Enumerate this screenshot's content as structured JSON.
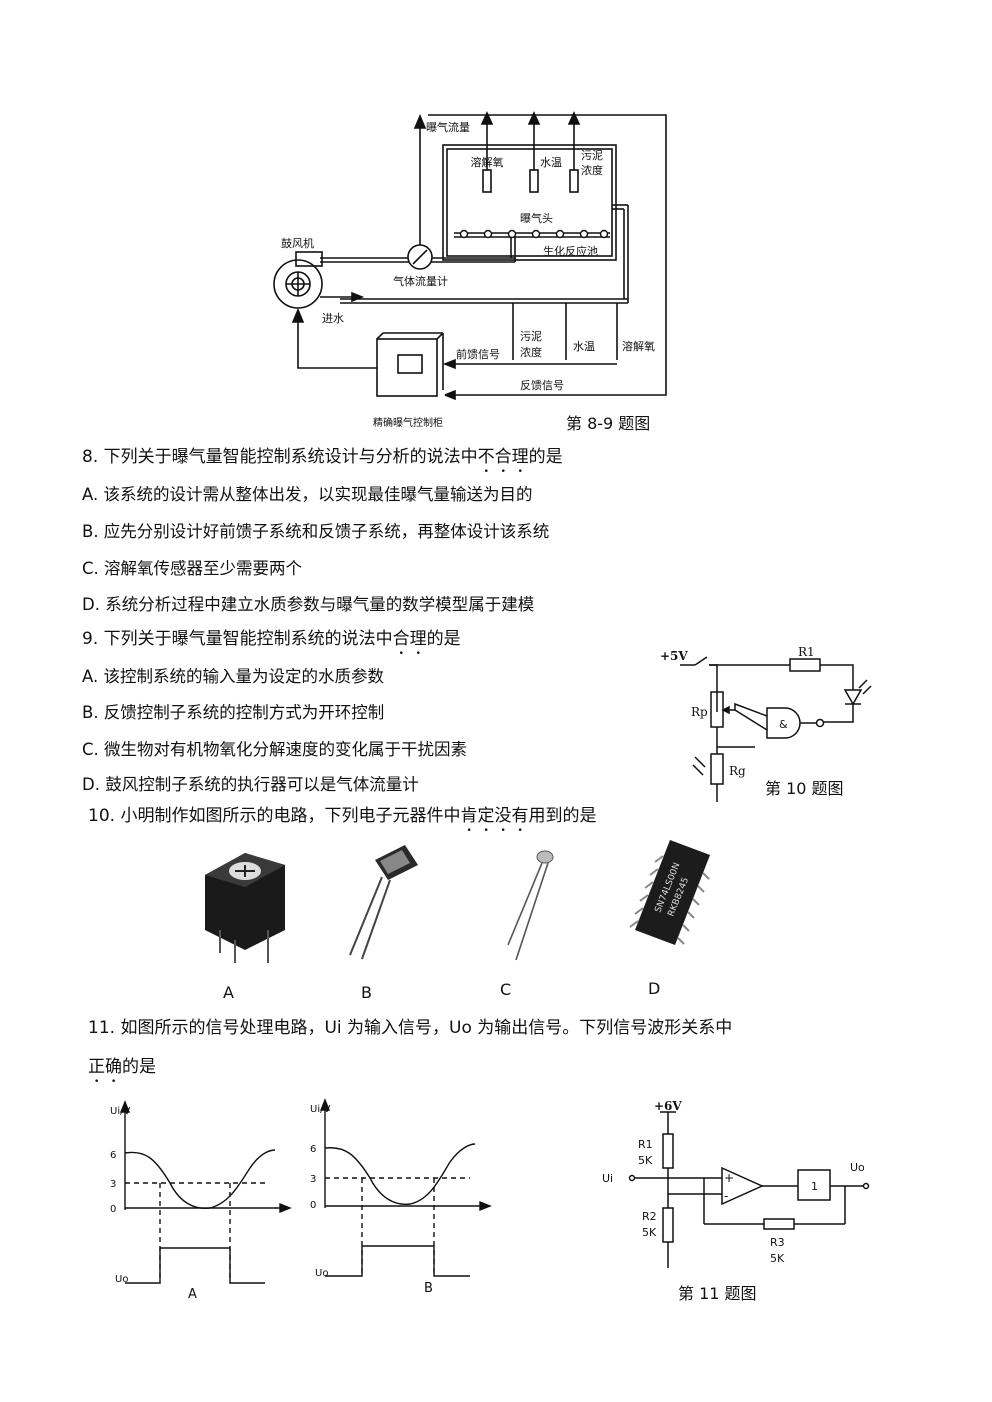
{
  "fig89": {
    "aeration_flow": "曝气流量",
    "dissolved_oxygen": "溶解氧",
    "water_temp": "水温",
    "sludge_conc_1": "污泥",
    "sludge_conc_2": "浓度",
    "aerator_head": "曝气头",
    "reactor": "生化反应池",
    "blower": "鼓风机",
    "gas_flowmeter": "气体流量计",
    "water_in": "进水",
    "feedforward": "前馈信号",
    "feedback": "反馈信号",
    "cabinet": "精确曝气控制柜",
    "caption": "第 8-9 题图"
  },
  "q8": {
    "stem_a": "8. 下列关于曝气量智能控制系统设计与分析的说法中",
    "stem_em": "不合理",
    "stem_b": "的是",
    "options": [
      "A.  该系统的设计需从整体出发，以实现最佳曝气量输送为目的",
      "B.  应先分别设计好前馈子系统和反馈子系统，再整体设计该系统",
      "C.  溶解氧传感器至少需要两个",
      "D.  系统分析过程中建立水质参数与曝气量的数学模型属于建模"
    ]
  },
  "q9": {
    "stem_a": "9. 下列关于曝气量智能控制系统的说法中",
    "stem_em": "合理",
    "stem_b": "的是",
    "options": [
      "A.  该控制系统的输入量为设定的水质参数",
      "B.  反馈控制子系统的控制方式为开环控制",
      "C.  微生物对有机物氧化分解速度的变化属于干扰因素",
      "D.  鼓风控制子系统的执行器可以是气体流量计"
    ]
  },
  "fig10": {
    "vcc": "+5V",
    "r1": "R1",
    "rp": "Rp",
    "rg": "Rg",
    "gate": "&",
    "caption": "第 10 题图"
  },
  "q10": {
    "stem_a": "10. 小明制作如图所示的电路，下列电子元器件中",
    "stem_em": "肯定没有",
    "stem_b": "用到的是",
    "labels": [
      "A",
      "B",
      "C",
      "D"
    ],
    "chip_text_1": "SN74LS00N",
    "chip_text_2": "RKB8245"
  },
  "q11": {
    "stem_line1": "11. 如图所示的信号处理电路，Ui  为输入信号，Uo 为输出信号。下列信号波形关系中",
    "stem_line2": "正确",
    "stem_line2_b": "的是",
    "ylabel": "Ui/V",
    "uo": "Uo",
    "ticks": [
      "6",
      "3",
      "0"
    ],
    "labels": [
      "A",
      "B"
    ]
  },
  "fig11": {
    "vcc": "+6V",
    "r1": "R1",
    "r1v": "5K",
    "r2": "R2",
    "r2v": "5K",
    "r3": "R3",
    "r3v": "5K",
    "ui": "Ui",
    "uo": "Uo",
    "buf": "1",
    "caption": "第 11 题图"
  }
}
